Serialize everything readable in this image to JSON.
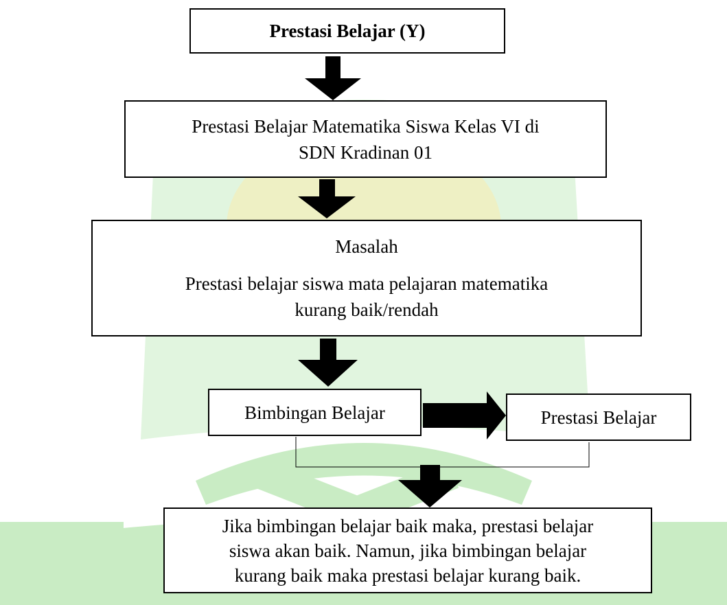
{
  "colors": {
    "watermark_green": "#c9ecc4",
    "watermark_yellow": "#f6ecb2",
    "arrow": "#000000",
    "border": "#000000"
  },
  "icons": {
    "watermark": "university-logo-watermark",
    "down_arrow": "block-arrow-down-icon",
    "right_arrow": "block-arrow-right-icon"
  },
  "boxes": {
    "variable_y": "Prestasi Belajar (Y)",
    "context": {
      "line1": "Prestasi Belajar Matematika Siswa Kelas VI di",
      "line2": "SDN Kradinan 01"
    },
    "problem": {
      "heading": "Masalah",
      "line1": "Prestasi belajar siswa mata pelajaran matematika",
      "line2": "kurang baik/rendah"
    },
    "guidance": "Bimbingan Belajar",
    "achievement": "Prestasi Belajar",
    "conclusion": {
      "line1": "Jika bimbingan belajar baik maka, prestasi belajar",
      "line2": "siswa akan baik. Namun, jika bimbingan belajar",
      "line3": "kurang baik maka prestasi belajar kurang baik."
    }
  }
}
